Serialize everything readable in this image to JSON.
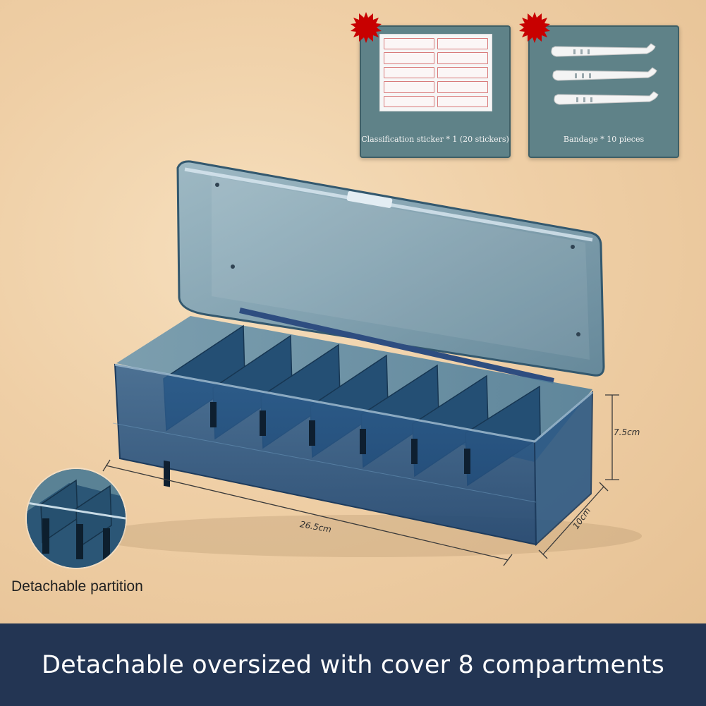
{
  "accessories": [
    {
      "label": "Classification sticker * 1 (20 stickers)",
      "icon": "sticker-sheet-icon"
    },
    {
      "label": "Bandage * 10 pieces",
      "icon": "cable-tie-icon"
    }
  ],
  "dimensions": {
    "height": "7.5cm",
    "length": "26.5cm",
    "width": "10cm"
  },
  "inset": {
    "label": "Detachable partition"
  },
  "banner": {
    "text": "Detachable oversized with cover 8 compartments"
  },
  "colors": {
    "background": "#efcfa6",
    "box_tint": "#3f6f95",
    "banner": "#233553",
    "badge": "#c80000"
  }
}
